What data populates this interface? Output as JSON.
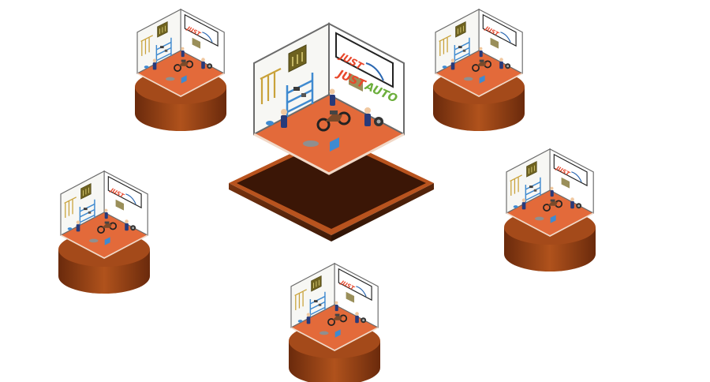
{
  "brand": {
    "part1": "JUST",
    "part2": "AUTO",
    "part1_color": "#e8472b",
    "part2_color": "#6cae3c",
    "arc_color": "#2a67b1"
  },
  "colors": {
    "floor": "#e36a3a",
    "base_top": "#a44a1a",
    "base_side": "#7a3410",
    "wall": "#f7f7f4",
    "wall_edge": "#6b6b6b",
    "shelf": "#3f8ad0",
    "tool_board": "#6e6220",
    "mechanic": "#283a7a"
  },
  "icons": [
    "workshop-room",
    "motorcycle",
    "mechanic",
    "tool-shelf",
    "tool-board",
    "brand-sign",
    "tire",
    "toolbox"
  ],
  "workshops": [
    {
      "id": "center",
      "kind": "square"
    },
    {
      "id": "top-left",
      "kind": "round"
    },
    {
      "id": "top-right",
      "kind": "round"
    },
    {
      "id": "mid-left",
      "kind": "round"
    },
    {
      "id": "mid-right",
      "kind": "round"
    },
    {
      "id": "bottom",
      "kind": "round"
    }
  ]
}
